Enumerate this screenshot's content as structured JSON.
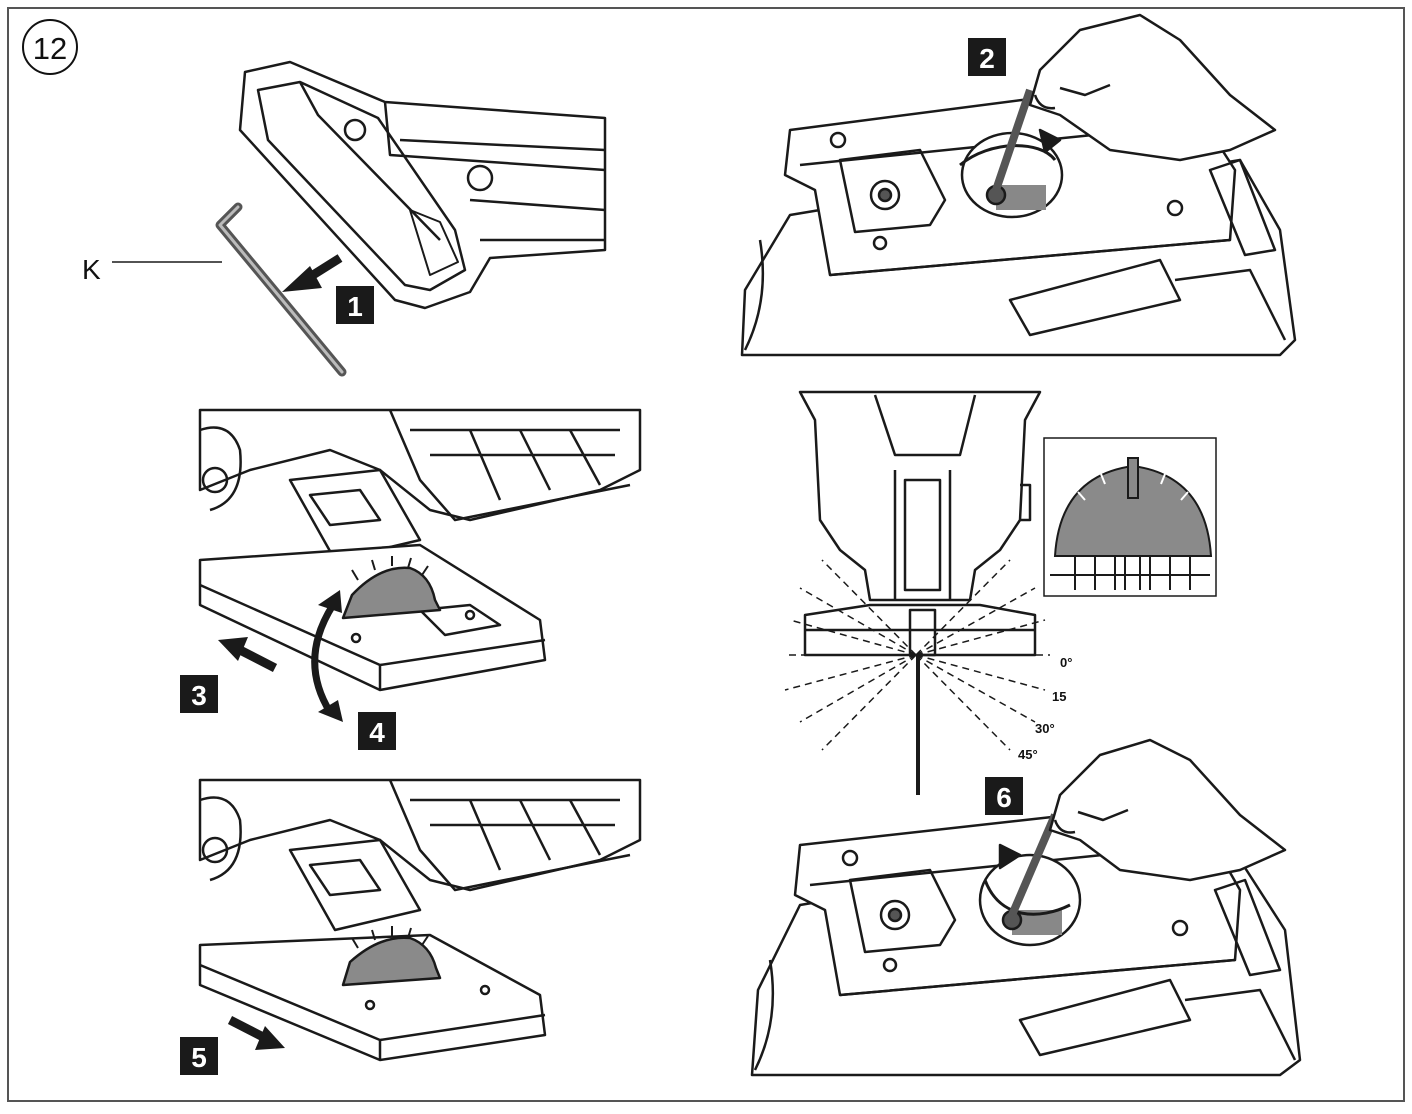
{
  "figure": {
    "number": "12"
  },
  "callouts": {
    "hex_key": "K"
  },
  "steps": [
    "1",
    "2",
    "3",
    "4",
    "5",
    "6"
  ],
  "angles": [
    "0°",
    "15",
    "30°",
    "45°"
  ],
  "colors": {
    "line": "#1a1a1a",
    "badge_fill": "#1a1a1a",
    "badge_text": "#ffffff",
    "scale_fill": "#8a8a8a",
    "frame": "#555555"
  }
}
